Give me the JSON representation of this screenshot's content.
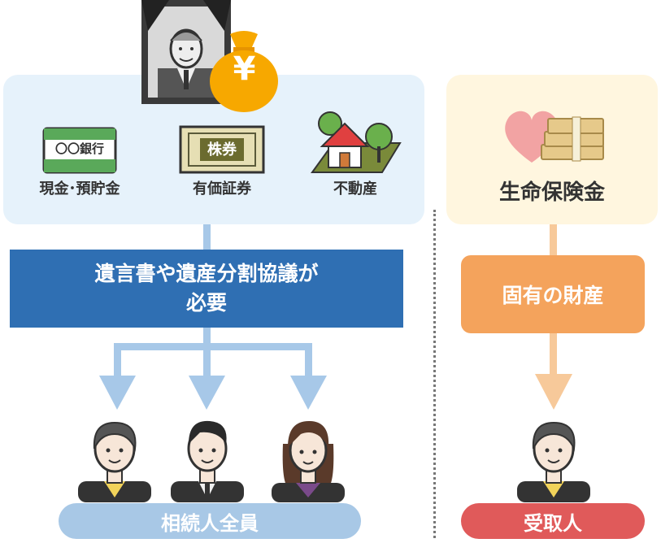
{
  "assets": {
    "cash": "現金･預貯金",
    "bank_card_text": "〇〇銀行",
    "securities": "有価証券",
    "stock_certificate_text": "株券",
    "real_estate": "不動産",
    "money_bag_symbol": "¥"
  },
  "insurance": {
    "label": "生命保険金",
    "own_property": "固有の財産"
  },
  "requirement": {
    "line1": "遺言書や遺産分割協議が",
    "line2": "必要"
  },
  "labels": {
    "all_heirs": "相続人全員",
    "recipient": "受取人"
  },
  "colors": {
    "blue_panel": "#e6f2fb",
    "yellow_panel": "#fff6df",
    "requirement_box": "#2f6fb3",
    "own_box": "#f4a35c",
    "heirs_pill": "#a8c8e6",
    "recipient_pill": "#e05a5a",
    "blue_arrow": "#a7c8e8",
    "orange_arrow": "#f7c99a"
  }
}
